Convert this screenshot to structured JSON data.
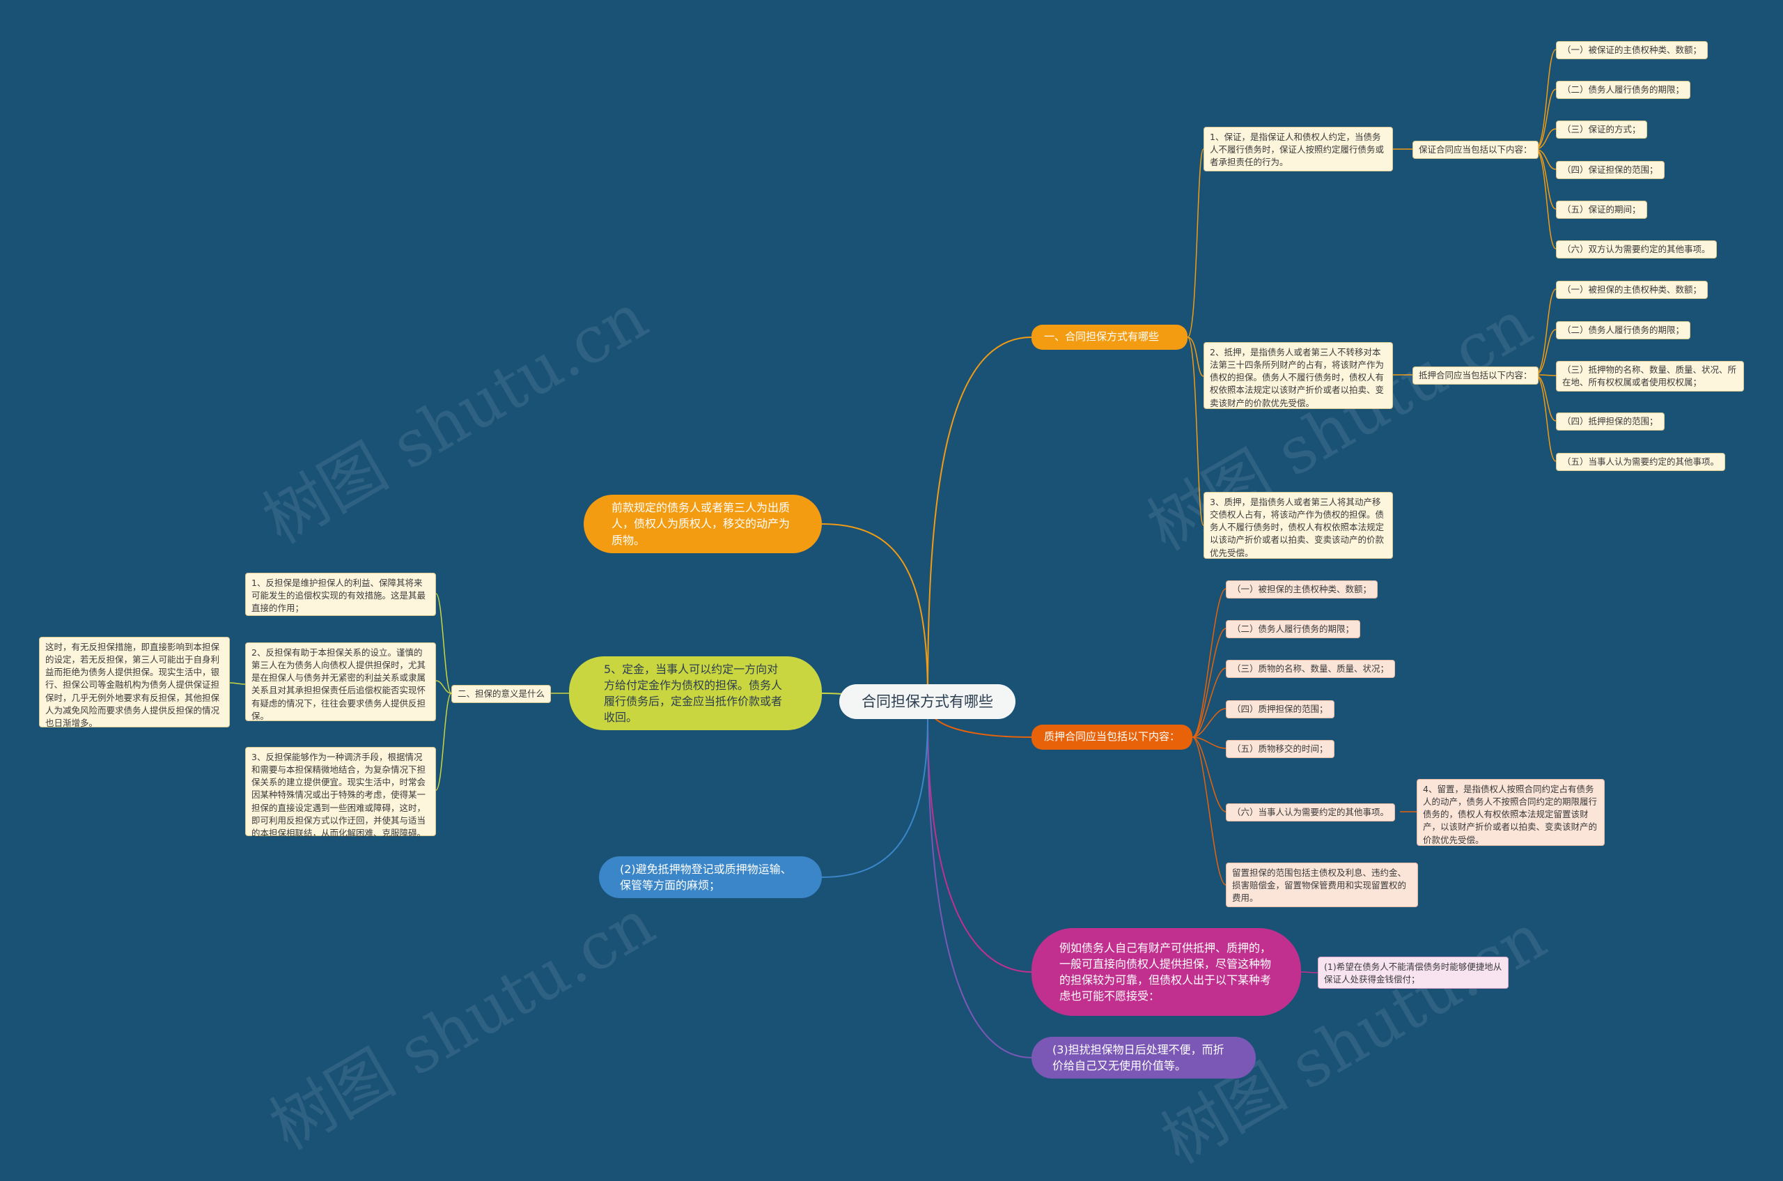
{
  "root": "合同担保方式有哪些",
  "watermark": "树图 shutu.cn",
  "colors": {
    "background": "#1a5276",
    "orange": "#f39c12",
    "orange_red": "#e8620a",
    "yellow_green": "#c9d640",
    "blue": "#3a86c8",
    "magenta": "#c2308f",
    "purple": "#7b57b6"
  },
  "right": {
    "section1": {
      "label": "一、合同担保方式有哪些",
      "guarantee": {
        "text": "1、保证，是指保证人和债权人约定，当债务人不履行债务时，保证人按照约定履行债务或者承担责任的行为。",
        "sub": "保证合同应当包括以下内容：",
        "items": [
          "（一）被保证的主债权种类、数额；",
          "（二）债务人履行债务的期限；",
          "（三）保证的方式；",
          "（四）保证担保的范围；",
          "（五）保证的期间；",
          "（六）双方认为需要约定的其他事项。"
        ]
      },
      "mortgage": {
        "text": "2、抵押，是指债务人或者第三人不转移对本法第三十四条所列财产的占有，将该财产作为债权的担保。债务人不履行债务时，债权人有权依照本法规定以该财产折价或者以拍卖、变卖该财产的价款优先受偿。",
        "sub": "抵押合同应当包括以下内容：",
        "items": [
          "（一）被担保的主债权种类、数额；",
          "（二）债务人履行债务的期限；",
          "（三）抵押物的名称、数量、质量、状况、所在地、所有权权属或者使用权权属；",
          "（四）抵押担保的范围；",
          "（五）当事人认为需要约定的其他事项。"
        ]
      },
      "pledge": {
        "text": "3、质押，是指债务人或者第三人将其动产移交债权人占有，将该动产作为债权的担保。债务人不履行债务时，债权人有权依照本法规定以该动产折价或者以拍卖、变卖该动产的价款优先受偿。"
      }
    },
    "section2": {
      "label": "质押合同应当包括以下内容：",
      "items": [
        "（一）被担保的主债权种类、数额；",
        "（二）债务人履行债务的期限；",
        "（三）质物的名称、数量、质量、状况；",
        "（四）质押担保的范围；",
        "（五）质物移交的时间；",
        "（六）当事人认为需要约定的其他事项。"
      ],
      "lien": "4、留置，是指债权人按照合同约定占有债务人的动产，债务人不按照合同约定的期限履行债务的，债权人有权依照本法规定留置该财产，以该财产折价或者以拍卖、变卖该财产的价款优先受偿。",
      "lien_scope": "留置担保的范围包括主债权及利息、违约金、损害赔偿金，留置物保管费用和实现留置权的费用。"
    },
    "section3": {
      "label": "例如债务人自己有财产可供抵押、质押的，一般可直接向债权人提供担保，尽管这种物的担保较为可靠，但债权人出于以下某种考虑也可能不愿接受：",
      "child": "(1)希望在债务人不能清偿债务时能够便捷地从保证人处获得金钱偿付；"
    },
    "section4": {
      "label": "(3)担扰担保物日后处理不便，而折价给自己又无使用价值等。"
    }
  },
  "left": {
    "orange": "前款规定的债务人或者第三人为出质人，债权人为质权人，移交的动产为质物。",
    "green": {
      "label": "5、定金，当事人可以约定一方向对方给付定金作为债权的担保。债务人履行债务后，定金应当抵作价款或者收回。",
      "sub": "二、担保的意义是什么",
      "items": [
        "1、反担保是维护担保人的利益、保障其将来可能发生的追偿权实现的有效措施。这是其最直接的作用；",
        "2、反担保有助于本担保关系的设立。谨慎的第三人在为债务人向债权人提供担保时，尤其是在担保人与债务并无紧密的利益关系或隶属关系且对其承担担保责任后追偿权能否实现怀有疑虑的情况下，往往会要求债务人提供反担保。",
        "3、反担保能够作为一种调济手段，根据情况和需要与本担保精微地结合，为复杂情况下担保关系的建立提供便宜。现实生活中，时常会因某种特殊情况或出于特殊的考虑，使得某一担保的直接设定遇到一些困难或障碍，这时，即可利用反担保方式以作迂回，并使其与适当的本担保相联结，从而化解困难、克服障碍。"
      ],
      "note": "这时，有无反担保措施，即直接影响到本担保的设定，若无反担保，第三人可能出于自身利益而拒绝为债务人提供担保。现实生活中，银行、担保公司等金融机构为债务人提供保证担保时，几乎无例外地要求有反担保，其他担保人为减免风险而要求债务人提供反担保的情况也日渐增多。"
    },
    "blue": "(2)避免抵押物登记或质押物运输、保管等方面的麻烦；"
  }
}
